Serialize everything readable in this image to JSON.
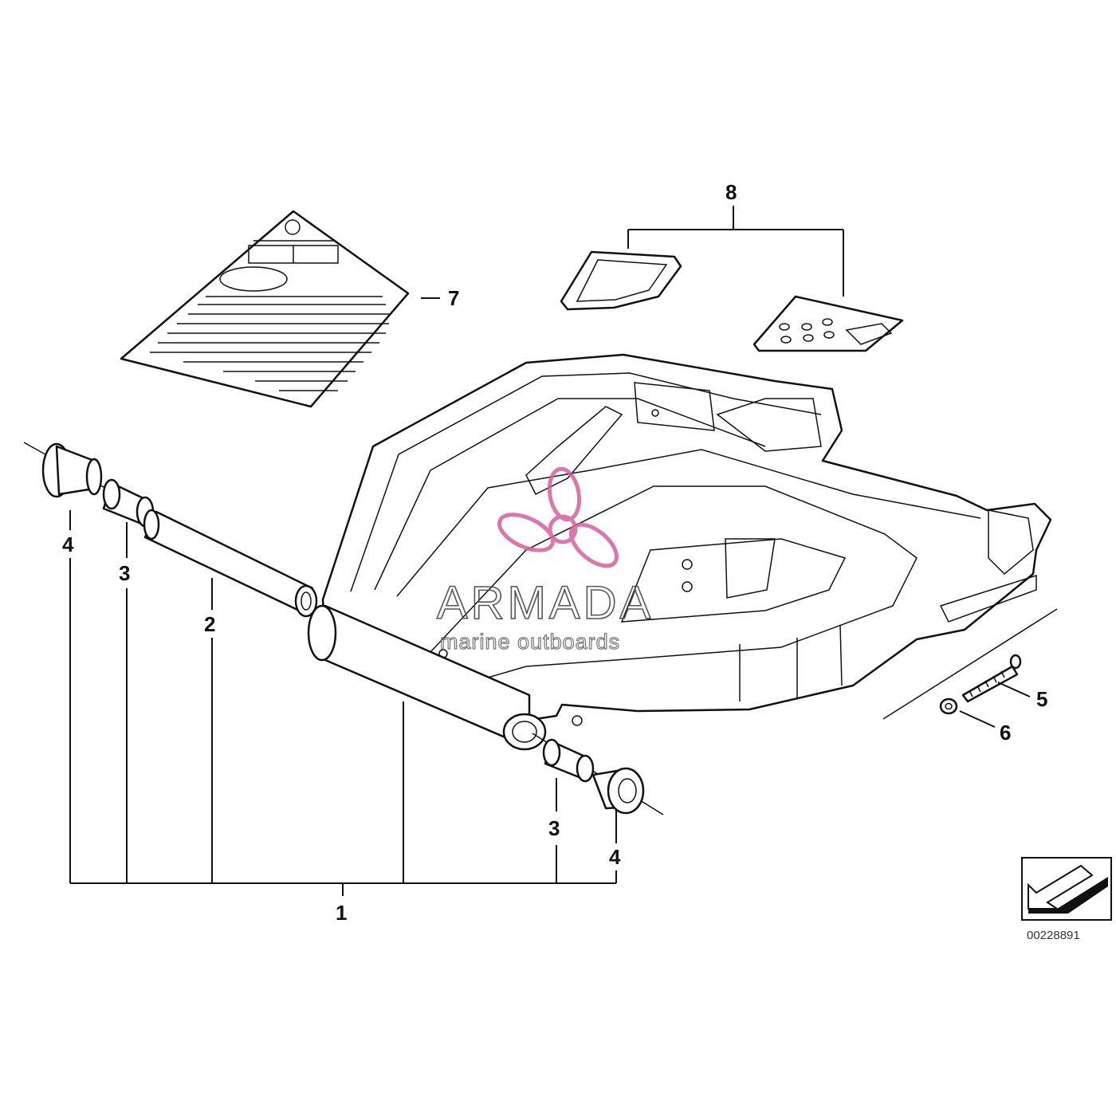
{
  "callouts": {
    "c1": "1",
    "c2": "2",
    "c3a": "3",
    "c3b": "3",
    "c4a": "4",
    "c4b": "4",
    "c5": "5",
    "c6": "6",
    "c7": "7",
    "c8": "8"
  },
  "watermark": {
    "brand": "ARMADA",
    "tagline": "marine outboards"
  },
  "reference_number": "00228891",
  "colors": {
    "line": "#111111",
    "logo_pink": "#d8609b",
    "watermark_gray": "#555555"
  }
}
